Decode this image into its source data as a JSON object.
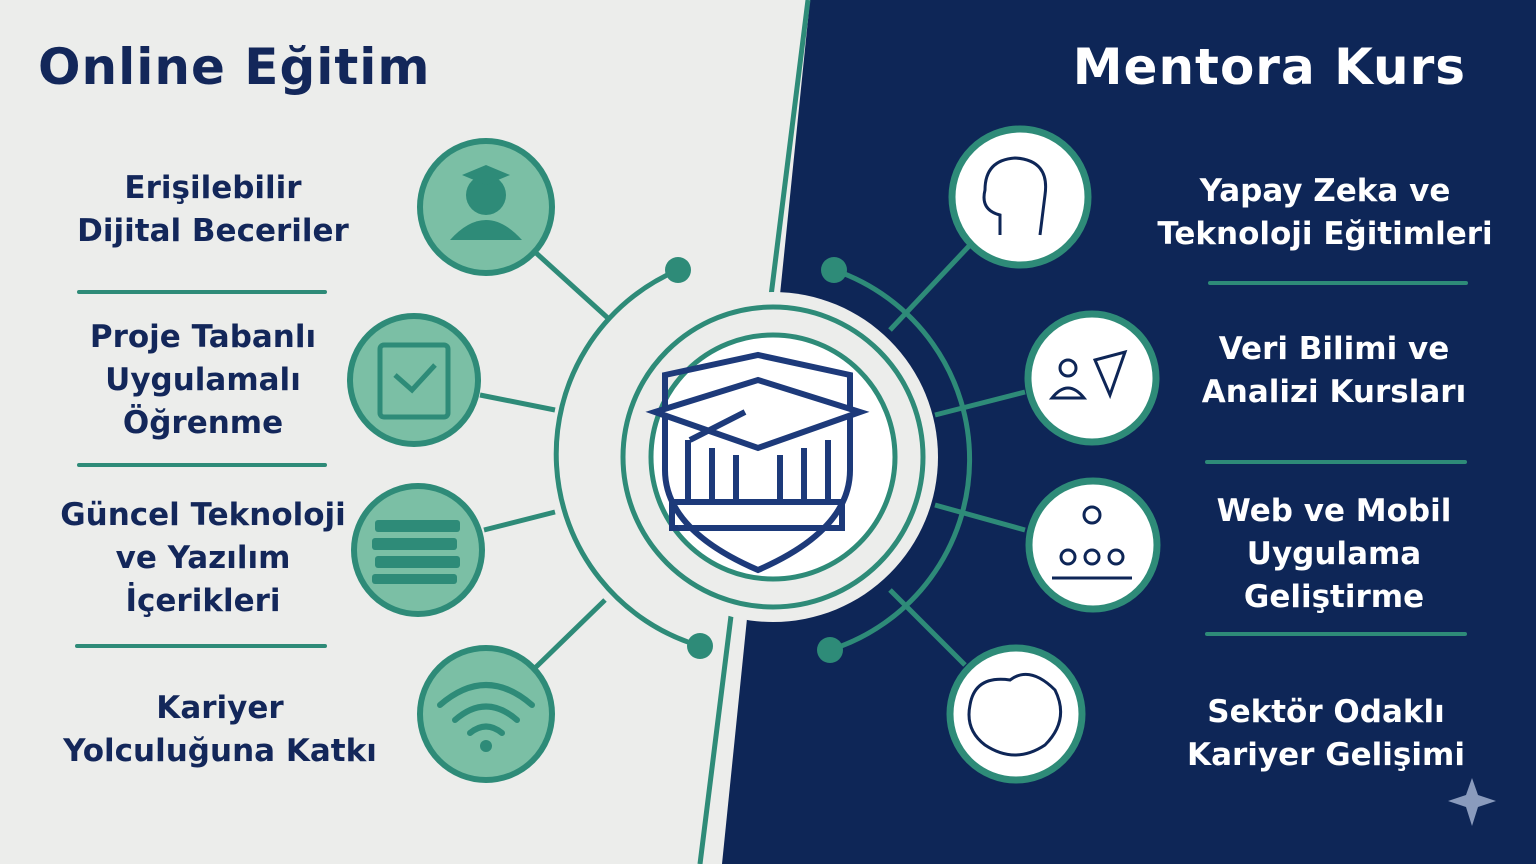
{
  "left": {
    "title": "Online Eğitim",
    "items": [
      {
        "label": "Erişilebilir\nDijital Beceriler",
        "icon": "graduate-icon"
      },
      {
        "label": "Proje Tabanlı\nUygulamalı\nÖğrenme",
        "icon": "tablet-icon"
      },
      {
        "label": "Güncel Teknoloji\nve Yazılım\nİçerikleri",
        "icon": "books-icon"
      },
      {
        "label": "Kariyer\nYolculuğuna Katkı",
        "icon": "wifi-icon"
      }
    ]
  },
  "right": {
    "title": "Mentora Kurs",
    "items": [
      {
        "label": "Yapay Zeka ve\nTeknoloji Eğitimleri",
        "icon": "head-brain-icon"
      },
      {
        "label": "Veri Bilimi ve\nAnalizi Kursları",
        "icon": "people-analysis-icon"
      },
      {
        "label": "Web ve Mobil\nUygulama\nGeliştirme",
        "icon": "team-icon"
      },
      {
        "label": "Sektör Odaklı\nKariyer Gelişimi",
        "icon": "brain-network-icon"
      }
    ]
  },
  "center": {
    "icon": "academy-shield-icon"
  },
  "colors": {
    "navy": "#0e2657",
    "teal": "#2e8b78",
    "light_teal": "#7bbfa5",
    "light_bg": "#ecedeb"
  }
}
